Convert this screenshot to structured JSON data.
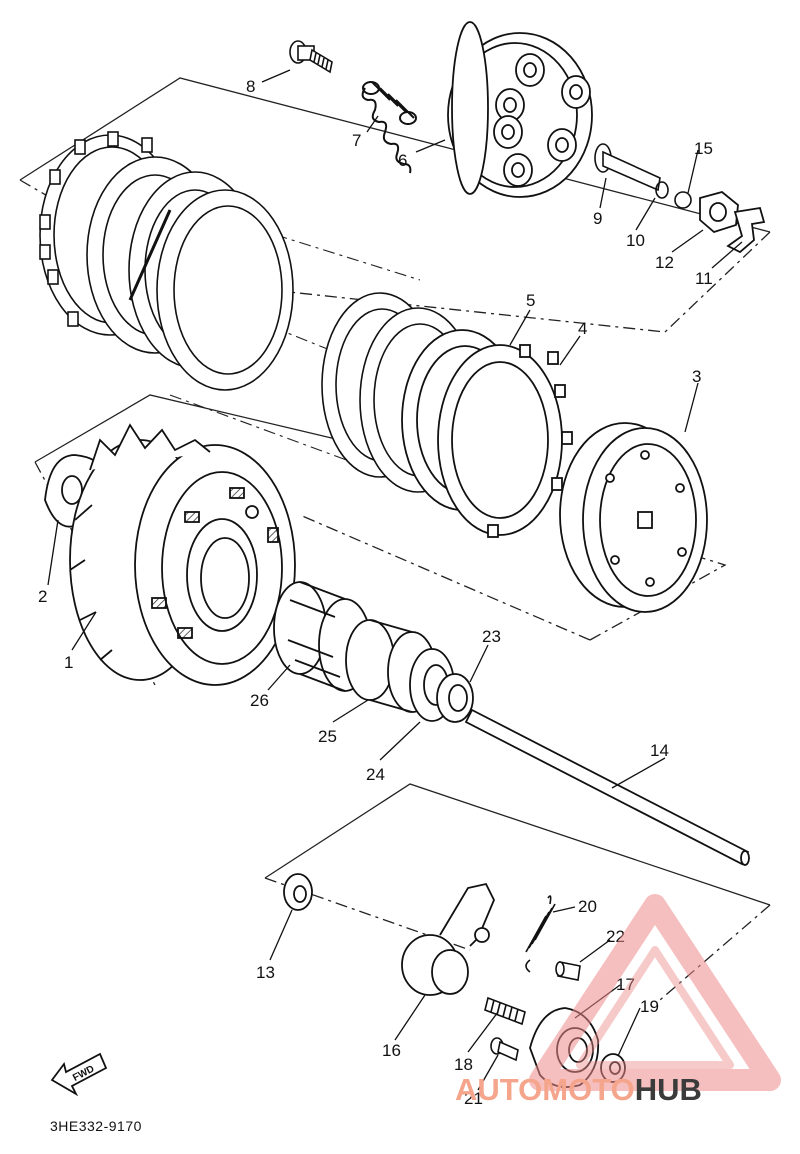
{
  "diagram": {
    "part_labels": [
      {
        "id": "8",
        "text": "8"
      },
      {
        "id": "7",
        "text": "7"
      },
      {
        "id": "6",
        "text": "6"
      },
      {
        "id": "15",
        "text": "15"
      },
      {
        "id": "9",
        "text": "9"
      },
      {
        "id": "10",
        "text": "10"
      },
      {
        "id": "12",
        "text": "12"
      },
      {
        "id": "11",
        "text": "11"
      },
      {
        "id": "5",
        "text": "5"
      },
      {
        "id": "4",
        "text": "4"
      },
      {
        "id": "3",
        "text": "3"
      },
      {
        "id": "2",
        "text": "2"
      },
      {
        "id": "1",
        "text": "1"
      },
      {
        "id": "23",
        "text": "23"
      },
      {
        "id": "26",
        "text": "26"
      },
      {
        "id": "25",
        "text": "25"
      },
      {
        "id": "24",
        "text": "24"
      },
      {
        "id": "14",
        "text": "14"
      },
      {
        "id": "20",
        "text": "20"
      },
      {
        "id": "22",
        "text": "22"
      },
      {
        "id": "13",
        "text": "13"
      },
      {
        "id": "17",
        "text": "17"
      },
      {
        "id": "19",
        "text": "19"
      },
      {
        "id": "16",
        "text": "16"
      },
      {
        "id": "18",
        "text": "18"
      },
      {
        "id": "21",
        "text": "21"
      }
    ],
    "fwd_label": "FWD",
    "drawing_code": "3HE332-9170"
  },
  "watermark": {
    "part1": "AUTOMOTO",
    "part2": "HUB",
    "color_light": "#f4a58b",
    "color_dark": "#3b3b3b",
    "triangle_color": "#e23b3b"
  }
}
